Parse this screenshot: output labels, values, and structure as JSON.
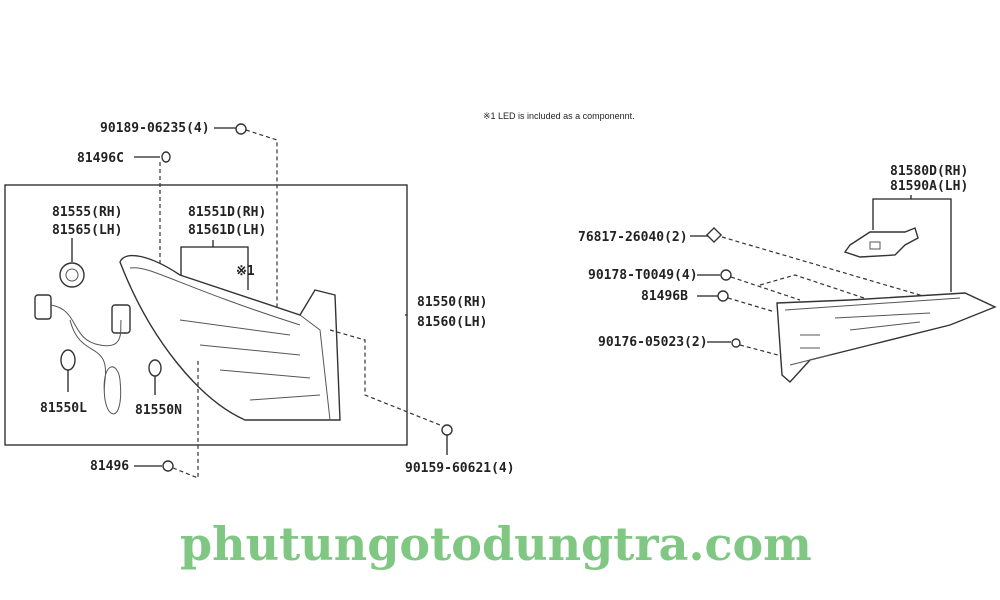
{
  "note": "※1 LED is included as a componennt.",
  "watermark": "phutungotodungtra.com",
  "labels": {
    "p90189": "90189-06235(4)",
    "p81496C": "81496C",
    "p81555": "81555(RH)",
    "p81565": "81565(LH)",
    "p81551D": "81551D(RH)",
    "p81561D": "81561D(LH)",
    "mark1": "※1",
    "p81550": "81550(RH)",
    "p81560": "81560(LH)",
    "p81550L": "81550L",
    "p81550N": "81550N",
    "p81496": "81496",
    "p90159": "90159-60621(4)",
    "p81580D": "81580D(RH)",
    "p81590A": "81590A(LH)",
    "p76817": "76817-26040(2)",
    "p90178": "90178-T0049(4)",
    "p81496B": "81496B",
    "p90176": "90176-05023(2)"
  }
}
